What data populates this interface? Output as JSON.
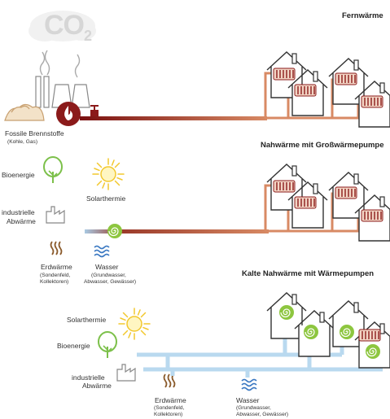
{
  "co2": {
    "main": "CO",
    "sub": "2"
  },
  "section_fernwaerme": {
    "title": "Fernwärme",
    "source_label": "Fossile Brennstoffe",
    "source_sub": "(Kohle, Gas)"
  },
  "section_nahwaerme": {
    "title": "Nahwärme mit Großwärmepumpe",
    "bio": "Bioenergie",
    "solar": "Solarthermie",
    "industrie": [
      "industrielle",
      "Abwärme"
    ],
    "erd": "Erdwärme",
    "erd_sub": [
      "(Sondenfeld,",
      "Kollektoren)"
    ],
    "wasser": "Wasser",
    "wasser_sub": [
      "(Grundwasser,",
      "Abwasser, Gewässer)"
    ]
  },
  "section_kalt": {
    "title": "Kalte Nahwärme mit Wärmepumpen",
    "solar": "Solarthermie",
    "bio": "Bioenergie",
    "industrie": [
      "industrielle",
      "Abwärme"
    ],
    "erd": "Erdwärme",
    "erd_sub": [
      "(Sondenfeld,",
      "Kollektoren)"
    ],
    "wasser": "Wasser",
    "wasser_sub": [
      "(Grundwasser,",
      "Abwasser, Gewässer)"
    ]
  },
  "colors": {
    "hot_pipe": "#8b1a1a",
    "warm_pipe": "#d97a5a",
    "cold_pipe": "#b9d9ef",
    "heat_pump": "#8dc63f",
    "sun": "#f5d64a",
    "tree": "#7cc04a",
    "wood": "#8a5a2b",
    "water": "#3a78c2"
  }
}
